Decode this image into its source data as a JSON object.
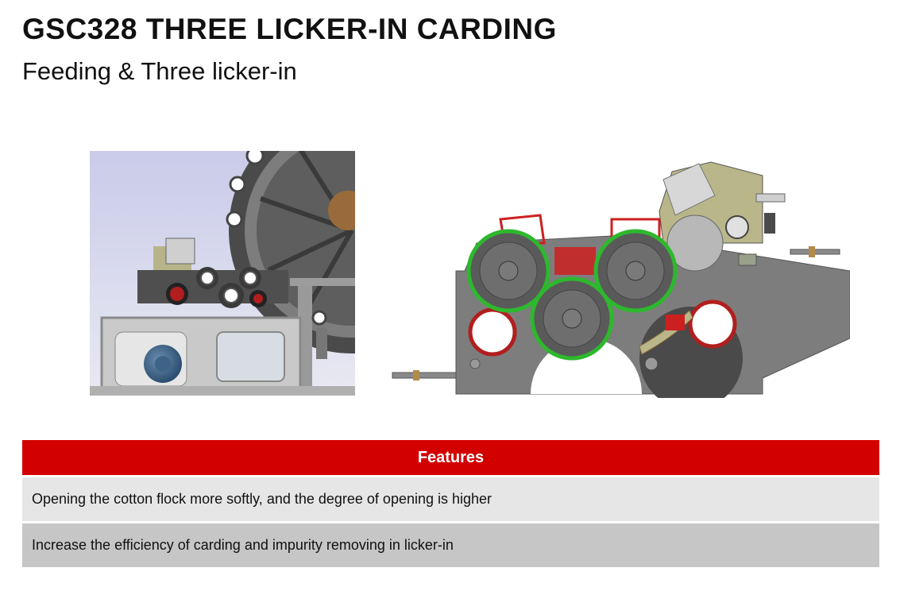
{
  "page": {
    "title": "GSC328 THREE LICKER-IN CARDING",
    "subtitle": "Feeding & Three licker-in"
  },
  "images": {
    "left": {
      "icon": "feeding-unit-cad-render"
    },
    "right": {
      "icon": "three-licker-in-cad-drawing"
    }
  },
  "features": {
    "header": "Features",
    "items": [
      "Opening the cotton flock more softly, and the degree of opening is higher",
      "Increase the efficiency of carding and impurity removing in licker-in"
    ]
  },
  "colors": {
    "accent_red": "#d30000",
    "row_light": "#e6e6e6",
    "row_dark": "#c6c6c6",
    "machine_gray": "#7a7a7a",
    "roller_green": "#2db82d",
    "olive": "#b9b68a"
  }
}
